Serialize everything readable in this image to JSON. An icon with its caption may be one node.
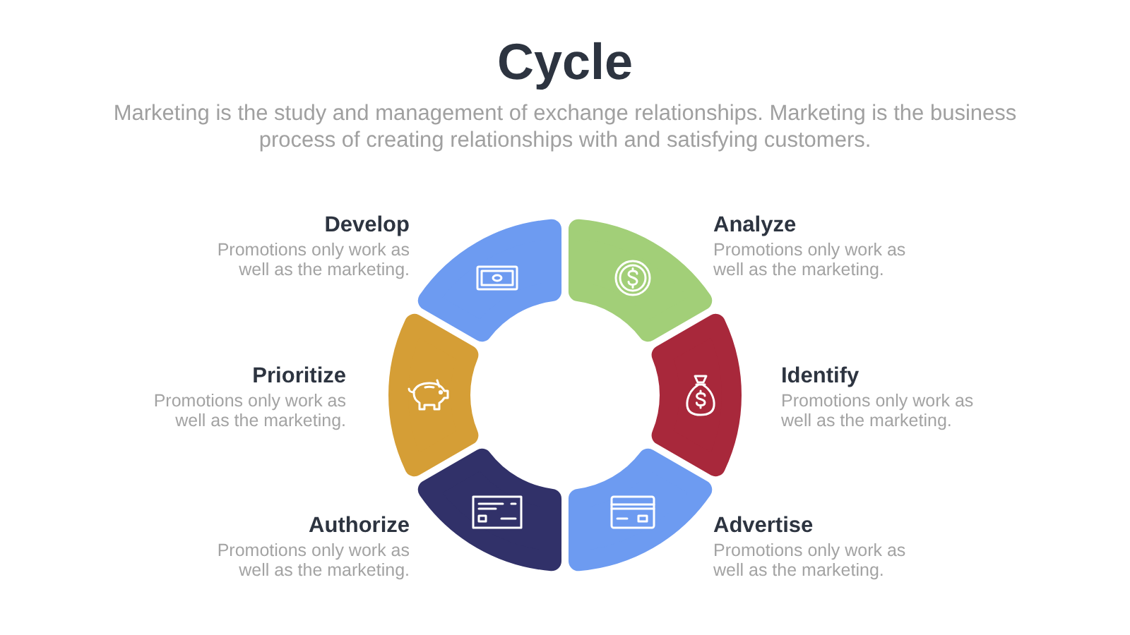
{
  "diagram": {
    "title": "Cycle",
    "nodes": [
      {
        "text": [
          "Develop",
          "Promotions only work as well as the marketing."
        ]
      },
      {
        "text": [
          "Analyze",
          "Promotions only work as well as the marketing."
        ]
      },
      {
        "text": [
          "Prioritize",
          "Promotions only work as well as the marketing."
        ]
      },
      {
        "text": [
          "Identify",
          "Promotions only work as well as the marketing."
        ]
      },
      {
        "text": [
          "Authorize",
          "Promotions only work as well as the marketing."
        ]
      },
      {
        "text": [
          "Advertise",
          "Promotions only work as well as the marketing."
        ]
      }
    ],
    "labels": [
      "Marketing is the study and management of exchange relationships. Marketing is the business process of creating relationships with and satisfying customers."
    ]
  }
}
